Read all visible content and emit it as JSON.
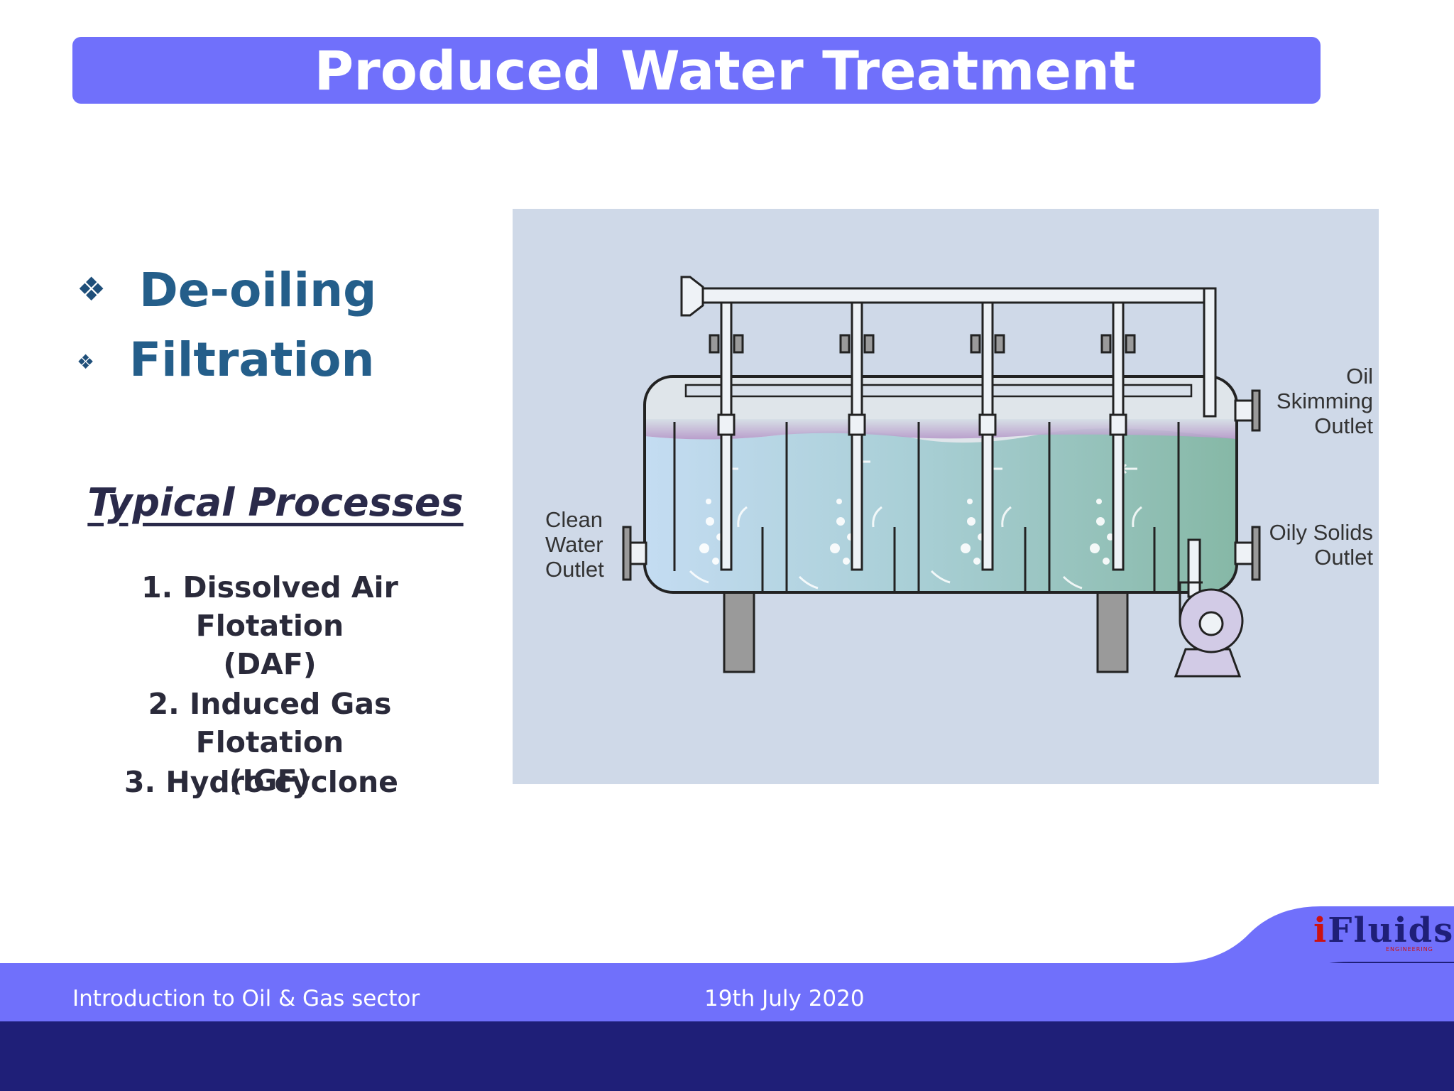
{
  "slide": {
    "title": "Produced Water Treatment",
    "bullets": [
      {
        "mark": "❖",
        "text": "De-oiling"
      },
      {
        "mark": "❖",
        "text": "Filtration"
      }
    ],
    "processes_heading": "Typical Processes",
    "processes": [
      {
        "num": "1.",
        "line1": "Dissolved Air Flotation",
        "line2": "(DAF)"
      },
      {
        "num": "2.",
        "line1": "Induced Gas Flotation",
        "line2": "(IGF)"
      },
      {
        "num": "3.",
        "line1": "Hydro cyclone"
      }
    ]
  },
  "diagram": {
    "labels": {
      "clean_water": [
        "Clean",
        "Water",
        "Outlet"
      ],
      "oil_skimming": [
        "Oil",
        "Skimming",
        "Outlet"
      ],
      "oily_solids": [
        "Oily Solids",
        "Outlet"
      ]
    },
    "colors": {
      "background": "#cfd9e8",
      "water_clean": "#bcd6ee",
      "water_oily": "#8fbfb0",
      "oil_layer": "#b9a2c9",
      "vessel_stroke": "#222222",
      "legs": "#9a9a9a"
    }
  },
  "footer": {
    "course": "Introduction to Oil & Gas sector",
    "date": "19th July 2020",
    "logo_i": "i",
    "logo_rest": "Fluids",
    "logo_sub": "ENGINEERING"
  },
  "theme": {
    "title_bar": "#7070fb",
    "footer_band": "#7070fb",
    "footer_dark": "#1f1f78",
    "bullet_color": "#245e8a"
  }
}
